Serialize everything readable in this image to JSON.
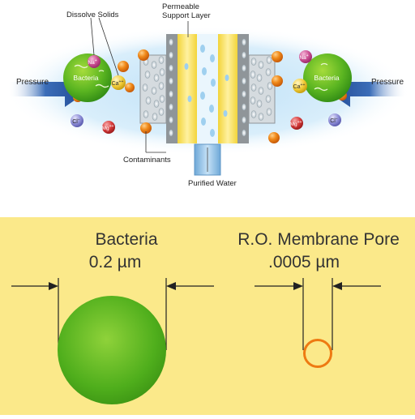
{
  "top": {
    "labels": {
      "dissolve_solids": "Dissolve Solids",
      "permeable_1": "Permeable",
      "permeable_2": "Support Layer",
      "contaminants": "Contaminants",
      "purified_water": "Purified Water",
      "pressure_left": "Pressure",
      "pressure_right": "Pressure",
      "bacteria_left": "Bacteria",
      "bacteria_right": "Bacteria"
    },
    "ions": {
      "na": "Na",
      "ca": "Ca",
      "cl": "Cl",
      "mg": "Mg",
      "plus": "+",
      "plusplus": "++",
      "minus": "−"
    }
  },
  "bottom": {
    "bacteria_title": "Bacteria",
    "bacteria_size": "0.2 µm",
    "pore_title": "R.O. Membrane Pore",
    "pore_size": ".0005 µm"
  },
  "colors": {
    "panel_yellow": "#fbe98a",
    "bacteria_green": "#4fae1c",
    "pore_orange": "#ee7a12",
    "arrow_blue": "#2e5aa3",
    "membrane_gray": "#8f9599",
    "support_yellow": "#f5dc4a"
  }
}
